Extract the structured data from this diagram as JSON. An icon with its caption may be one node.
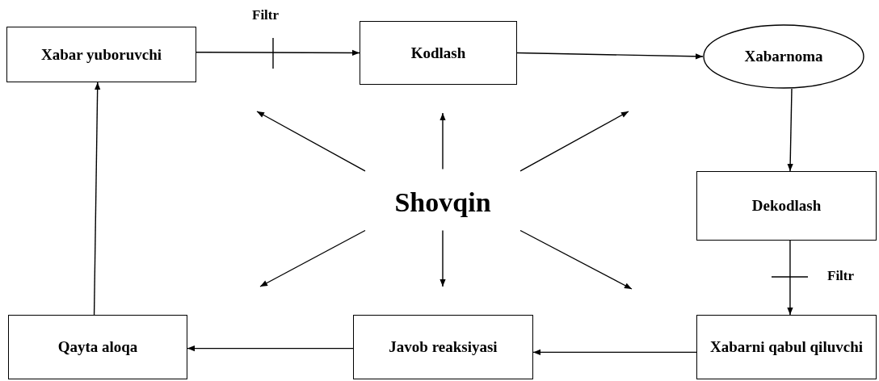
{
  "diagram": {
    "nodes": [
      {
        "text": [
          "Xabar yuboruvchi"
        ]
      },
      {
        "text": [
          "Kodlash"
        ]
      },
      {
        "text": [
          "Xabarnoma"
        ]
      },
      {
        "text": [
          "Dekodlash"
        ]
      },
      {
        "text": [
          "Xabarni qabul qiluvchi"
        ]
      },
      {
        "text": [
          "Javob reaksiyasi"
        ]
      },
      {
        "text": [
          "Qayta aloqa"
        ]
      },
      {
        "text": [
          "Shovqin"
        ]
      }
    ],
    "edges": [
      {
        "from": 0,
        "to": 1,
        "arrow": "to",
        "label": "Filtr"
      },
      {
        "from": 1,
        "to": 2,
        "arrow": "to"
      },
      {
        "from": 2,
        "to": 3,
        "arrow": "to"
      },
      {
        "from": 3,
        "to": 4,
        "arrow": "to",
        "label": "Filtr"
      },
      {
        "from": 4,
        "to": 5,
        "arrow": "to"
      },
      {
        "from": 5,
        "to": 6,
        "arrow": "to"
      },
      {
        "from": 6,
        "to": 0,
        "arrow": "to"
      },
      {
        "from": 7,
        "to": null,
        "arrow": "to"
      },
      {
        "from": 7,
        "to": null,
        "arrow": "to"
      },
      {
        "from": 7,
        "to": null,
        "arrow": "to"
      },
      {
        "from": 7,
        "to": null,
        "arrow": "to"
      },
      {
        "from": 7,
        "to": null,
        "arrow": "to"
      },
      {
        "from": 7,
        "to": null,
        "arrow": "to"
      }
    ]
  }
}
